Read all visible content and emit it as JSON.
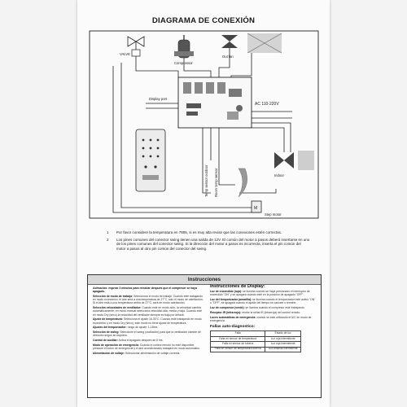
{
  "document": {
    "title": "DIAGRAMA DE CONEXIÓN"
  },
  "diagram": {
    "labels": {
      "valve": "VALVE",
      "compressor": "Compressor",
      "out_fan": "Out fan",
      "display_port": "Display port",
      "power": "AC 110-220V",
      "temp_outdoor": "Temp sensor outdoor",
      "temp_indoor": "Room temp sensor",
      "indoor": "Indoor",
      "step_motor": "Step motor"
    }
  },
  "notes": [
    {
      "number": "1",
      "text": "Por favor considere la temperatura en 7805, si es muy alta revise que las conexiones estén correctas."
    },
    {
      "number": "2",
      "text": "Los pines comunes del conector swing tienen una salida de 12V. El común del motor a pasos deberá insertarse en uno de los pines comunes del conector swing. Si la dirección del motor a pasos es incorrecta, inserta el pin común del motor a pasos al otro pin común del conector del swing."
    }
  ],
  "instructions": {
    "header": "Instrucciones",
    "left_column": [
      {
        "title": "Activación: esperar 3 minutos para reiniciar después que el compresor se haya apagado.",
        "body": ""
      },
      {
        "title": "Selección de modo de trabajo:",
        "body": "Seleccionar el modo de trabajo. Cuando esté trabajando en modo económico, el aire será a una temperatura de 27°C, solo el modo de calefacción. Si el aire está a una temperatura arriba de 27°C, será en modo calefacción."
      },
      {
        "title": "Selección velocidades de ventilador:",
        "body": "Cuando esté en modo auto, la velocidad cambia automáticamente; en modo manual selecciona velocidad alta, media y baja. Cuando esté en modo Dry (seco) la velocidad del ventilador siempre es baja por default."
      },
      {
        "title": "Ajuste de temperatura:",
        "body": "Selecciona el ajuste 16-30°C. Cuando esté trabajando en modo económico y en modo Dry (seco), este modo no tiene ajuste de temperatura."
      },
      {
        "title": "Ajustes del temporizador:",
        "body": "rango de ajuste: 1-15hrs."
      },
      {
        "title": "Selección de swing:",
        "body": "Seleccione el swing (oscilación) para que la ventilación cambie de dirección según se requiera."
      },
      {
        "title": "Control de auxiliar:",
        "body": "Activa el apagado después de 8 hrs."
      },
      {
        "title": "Modo de operación de emergencia:",
        "body": "Cuando el control remoto no esté disponible, presione el botón de emergencia y el aire acondicionado trabajará en modo automático."
      },
      {
        "title": "Alimentación de voltaje:",
        "body": "Seleccionar alimentación de voltaje correcta."
      }
    ],
    "right_column": {
      "title": "Instrucciones de Display:",
      "items": [
        {
          "title": "Luz de encendido (roja):",
          "body": "se ilumina cuando se haya presionado el interruptor de encendido \"ON\" y se apagará cuando esté en la posición de apagado \"OFF\"."
        },
        {
          "title": "Luz del temporizador (amarilla):",
          "body": "se ilumina cuando el temporizador esté activo \"ON\" o \"OFF\", se apagará cuando el ajuste del tiempo se cancele o termine."
        },
        {
          "title": "Luz de compresor (verde):",
          "body": "se ilumina cuando el compresor esté trabajando."
        },
        {
          "title": "Receptor IR (infrarrojo):",
          "body": "recibe la señal IR (infrarroja) del control remoto."
        },
        {
          "title": "Luces automáticas de emergencia:",
          "body": "cuando se esté utilizando el A/C en modo de emergencia."
        }
      ],
      "faults_title": "Fallas auto-diagnostico:",
      "table": {
        "headers": [
          "Falla",
          "Estado de luz"
        ],
        "rows": [
          [
            "Falla en sensor de temperatura",
            "Luz roja intermitente"
          ],
          [
            "Falla en sensor de tubería",
            "Luz roja intermitente"
          ],
          [
            "Falla en sensor de temperatura tubería",
            "Luz amarilla intermitente"
          ]
        ]
      }
    }
  }
}
